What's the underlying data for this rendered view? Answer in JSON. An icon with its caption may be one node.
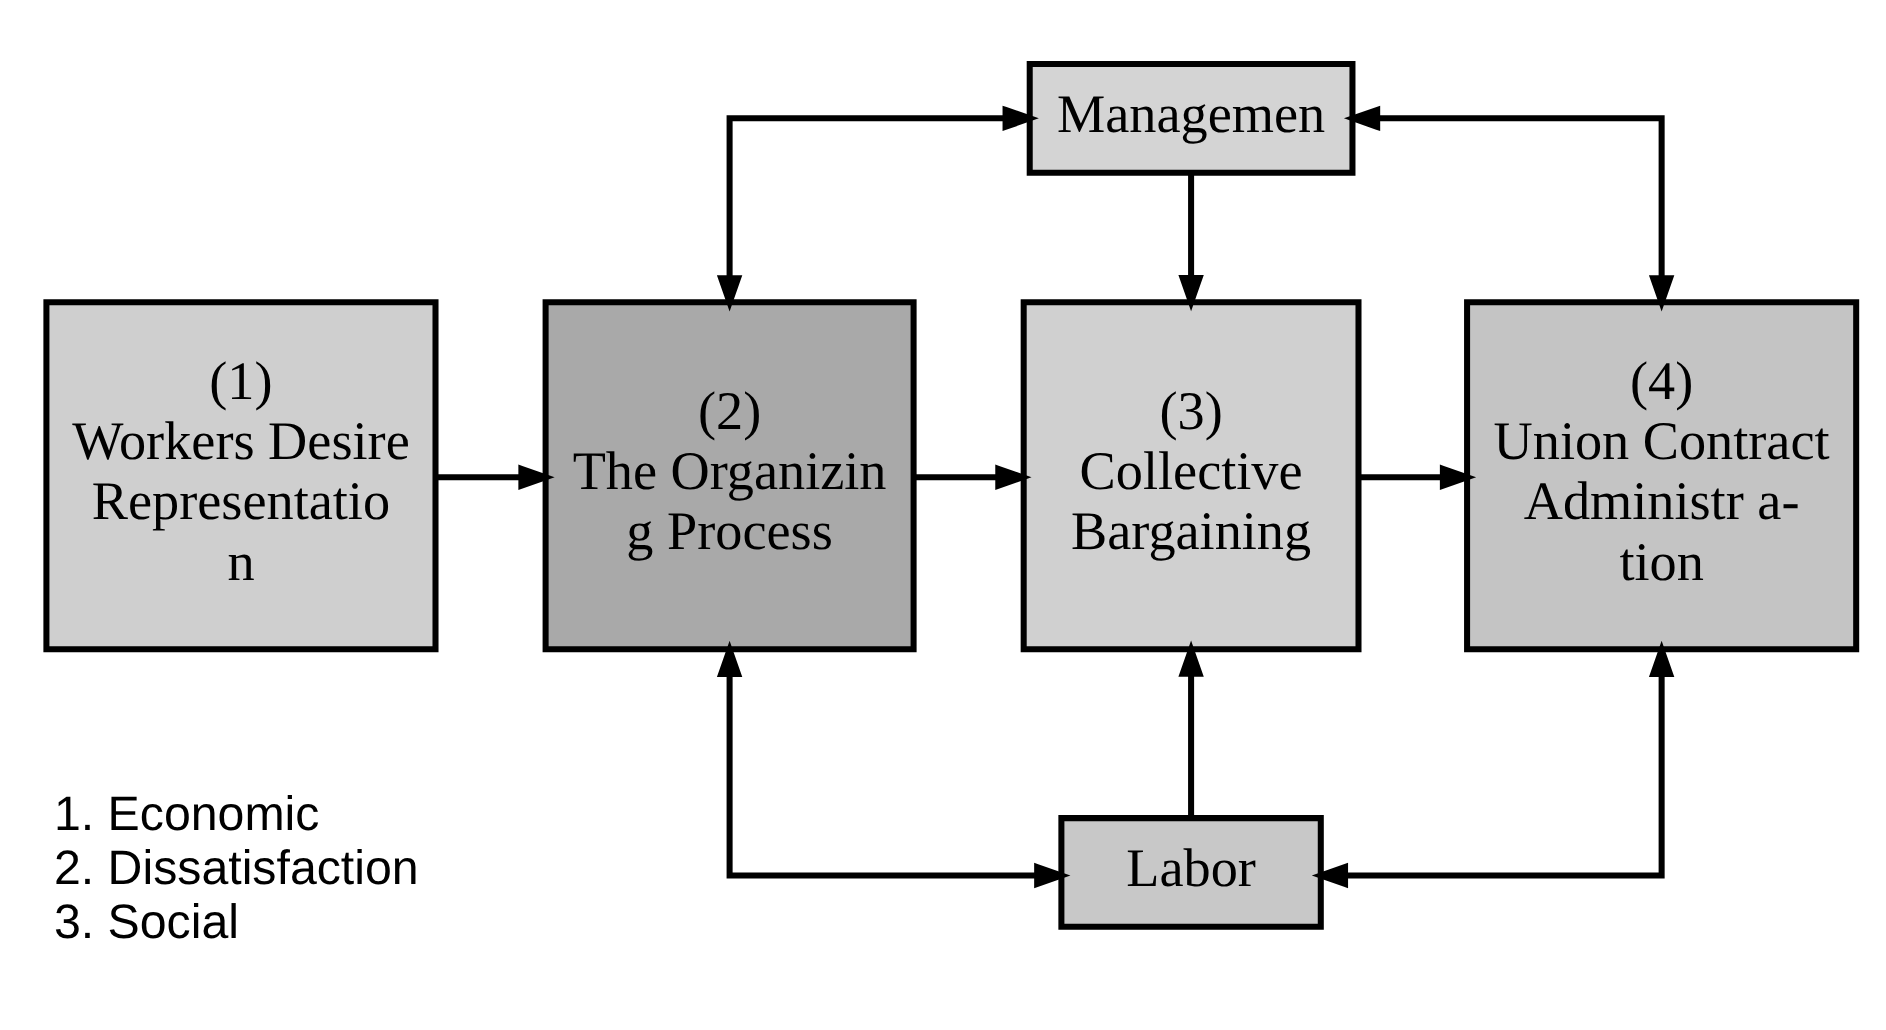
{
  "diagram": {
    "nodes": [
      {
        "text": [
          "Managemen"
        ]
      },
      {
        "text": [
          "(1)",
          "Workers Desire Representatio n"
        ]
      },
      {
        "text": [
          "(2)",
          "The Organizin g Process"
        ]
      },
      {
        "text": [
          "(3)",
          "Collective Bargaining"
        ]
      },
      {
        "text": [
          "(4)",
          "Union Contract Administr a- tion"
        ]
      },
      {
        "text": [
          "Labor"
        ]
      }
    ],
    "edges": [
      {
        "from": 0,
        "to": 2,
        "arrow": "both"
      },
      {
        "from": 0,
        "to": 3,
        "arrow": "to"
      },
      {
        "from": 0,
        "to": 4,
        "arrow": "both"
      },
      {
        "from": 1,
        "to": 2,
        "arrow": "to"
      },
      {
        "from": 2,
        "to": 3,
        "arrow": "to"
      },
      {
        "from": 3,
        "to": 4,
        "arrow": "to"
      },
      {
        "from": 5,
        "to": 3,
        "arrow": "to"
      },
      {
        "from": 5,
        "to": 2,
        "arrow": "both"
      },
      {
        "from": 5,
        "to": 4,
        "arrow": "both"
      }
    ],
    "labels": [
      "1. Economic",
      "2. Dissatisfaction",
      "3. Social"
    ]
  }
}
